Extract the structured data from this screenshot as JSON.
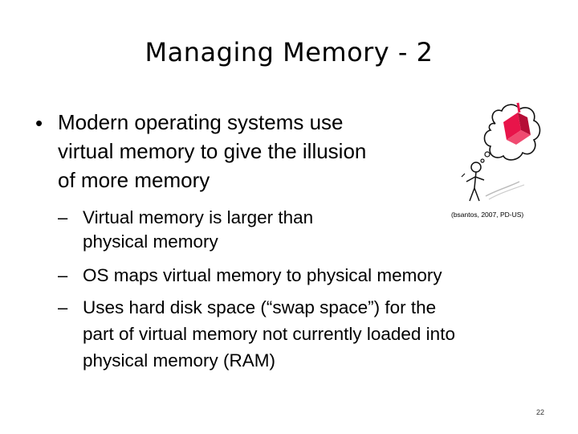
{
  "slide": {
    "title": "Managing Memory - 2",
    "bullet_marker": "•",
    "bullet": "Modern operating systems use virtual memory to give the illusion of more memory",
    "sub_marker": "–",
    "sub_bullets": [
      "Virtual memory is larger than physical memory",
      "OS maps virtual memory to physical memory",
      "Uses hard disk space (“swap space”) for the part of virtual memory not currently loaded into physical memory (RAM)"
    ],
    "sub_lines": [
      [
        "Virtual memory is larger than",
        "physical memory"
      ],
      [
        "OS maps virtual memory to physical memory"
      ],
      [
        "Uses hard disk space (“swap space”) for the",
        "part of virtual memory not currently loaded into",
        "physical memory (RAM)"
      ]
    ],
    "bullet_lines": [
      "Modern operating systems use",
      "virtual memory to give the illusion",
      "of more memory"
    ],
    "image_credit": "(bsantos, 2007, PD-US)",
    "page_number": "22",
    "accent_color": "#e8144a",
    "clipart_icon": "stick-figure-thinking-icon"
  }
}
